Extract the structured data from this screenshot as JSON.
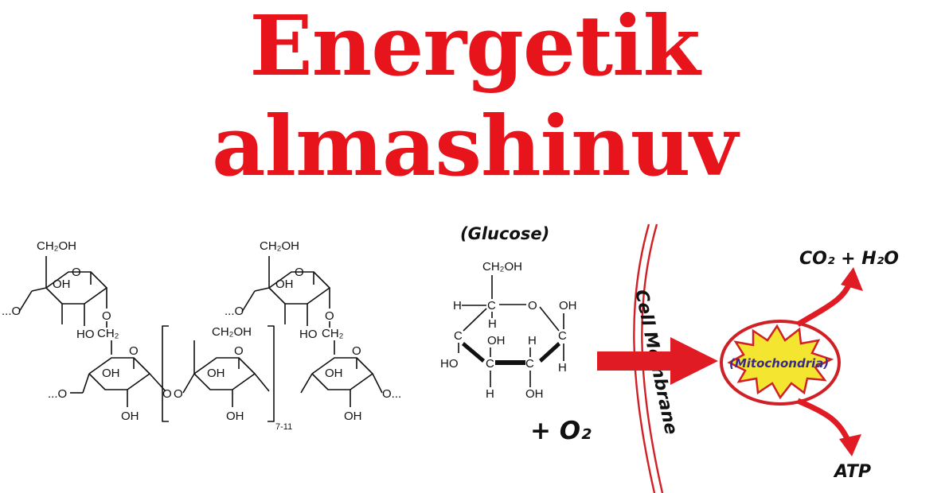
{
  "title": {
    "line1": "Energetik",
    "line2": "almashinuv"
  },
  "starch": {
    "ch2oh": "CH₂OH",
    "ch2": "CH₂",
    "oh": "OH",
    "ho": "HO",
    "o": "O",
    "chain_left": "...O",
    "chain_right": "O...",
    "repeat": "7-11"
  },
  "glucose": {
    "name": "(Glucose)",
    "ch2oh": "CH₂OH",
    "o": "O",
    "oh": "OH",
    "ho": "HO",
    "h": "H",
    "c": "C",
    "plus_o2": "+ O₂"
  },
  "cell": {
    "membrane": "Cell Membrane",
    "mitochondria": "(Mitochondria)",
    "products_top": "CO₂ + H₂O",
    "products_bottom": "ATP"
  },
  "colors": {
    "title": "#e8141b",
    "arrow": "#e01b24",
    "membrane": "#d11f26",
    "mito_fill": "#f4e531",
    "mito_text": "#3a2a8c"
  }
}
